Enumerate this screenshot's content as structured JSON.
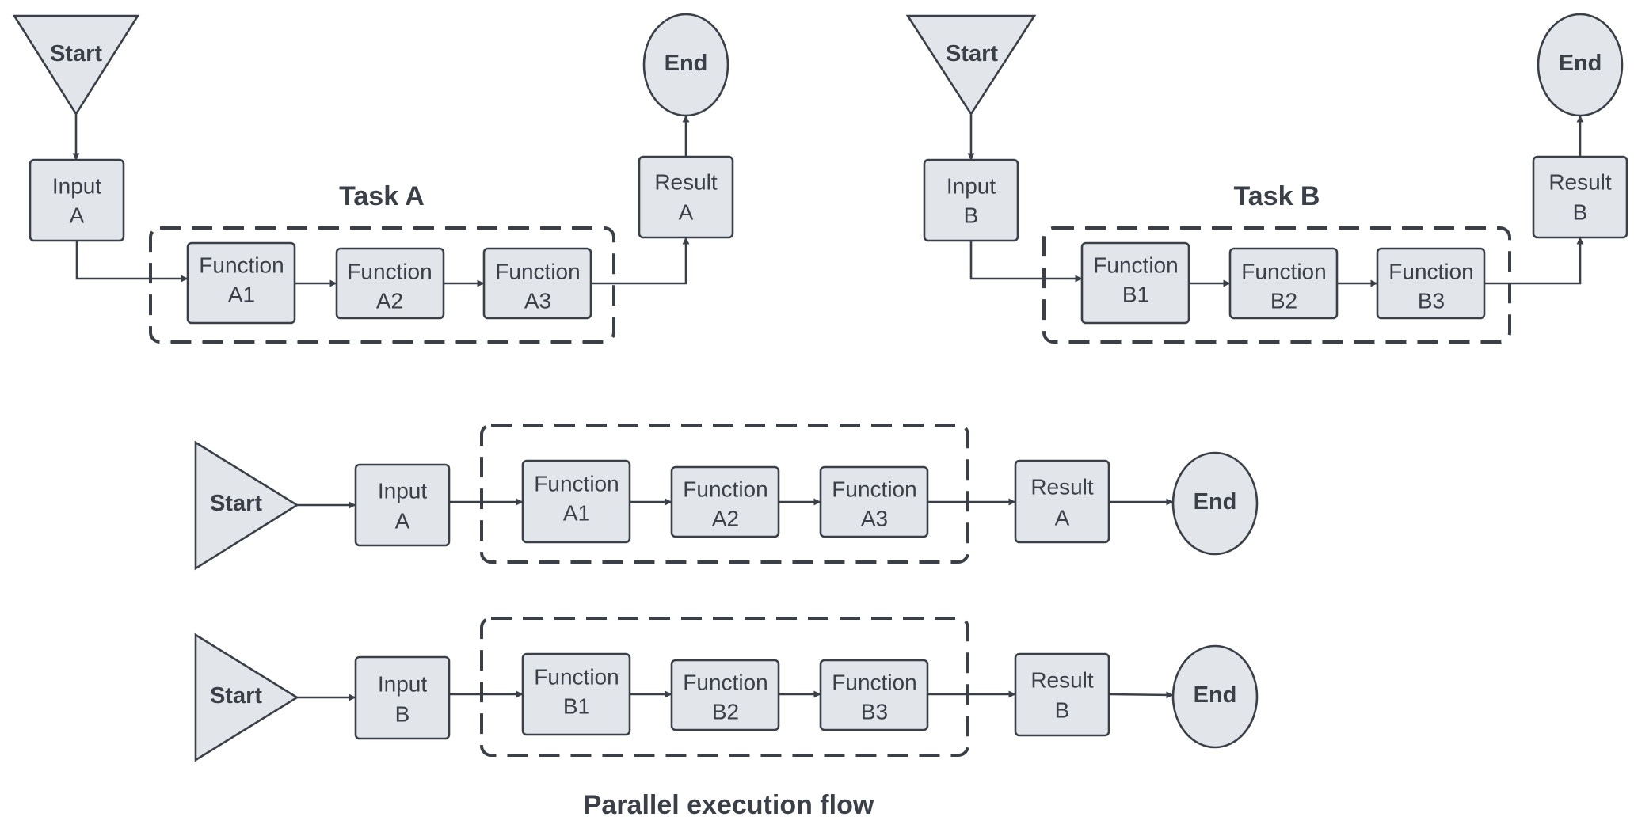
{
  "task_a": {
    "title": "Task A",
    "start": "Start",
    "input": [
      "Input",
      "A"
    ],
    "functions": [
      [
        "Function",
        "A1"
      ],
      [
        "Function",
        "A2"
      ],
      [
        "Function",
        "A3"
      ]
    ],
    "result": [
      "Result",
      "A"
    ],
    "end": "End"
  },
  "task_b": {
    "title": "Task B",
    "start": "Start",
    "input": [
      "Input",
      "B"
    ],
    "functions": [
      [
        "Function",
        "B1"
      ],
      [
        "Function",
        "B2"
      ],
      [
        "Function",
        "B3"
      ]
    ],
    "result": [
      "Result",
      "B"
    ],
    "end": "End"
  },
  "parallel": {
    "title": "Parallel execution flow",
    "row_a": {
      "start": "Start",
      "input": [
        "Input",
        "A"
      ],
      "functions": [
        [
          "Function",
          "A1"
        ],
        [
          "Function",
          "A2"
        ],
        [
          "Function",
          "A3"
        ]
      ],
      "result": [
        "Result",
        "A"
      ],
      "end": "End"
    },
    "row_b": {
      "start": "Start",
      "input": [
        "Input",
        "B"
      ],
      "functions": [
        [
          "Function",
          "B1"
        ],
        [
          "Function",
          "B2"
        ],
        [
          "Function",
          "B3"
        ]
      ],
      "result": [
        "Result",
        "B"
      ],
      "end": "End"
    }
  },
  "colors": {
    "fill": "#e2e5ea",
    "stroke": "#3b4048"
  }
}
